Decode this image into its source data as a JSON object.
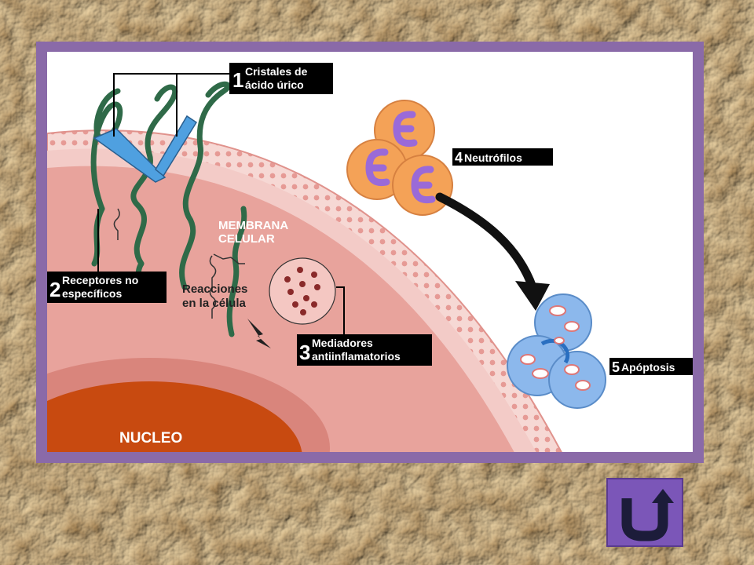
{
  "labels": {
    "step1_number": "1",
    "step1_line1": "Cristales de",
    "step1_line2": "ácido úrico",
    "step2_number": "2",
    "step2_line1": "Receptores no",
    "step2_line2": "específicos",
    "step3_number": "3",
    "step3_line1": "Mediadores",
    "step3_line2": "antiinflamatorios",
    "step4_number": "4",
    "step4_text": "Neutrófilos",
    "step5_number": "5",
    "step5_text": "Apóptosis",
    "membrane_line1": "MEMBRANA",
    "membrane_line2": "CELULAR",
    "reactions_line1": "Reacciones",
    "reactions_line2": "en la célula",
    "nucleus": "NUCLEO"
  },
  "colors": {
    "frame": "#8a6aa8",
    "cytoplasm": "#e8a39c",
    "nucleus": "#c84a10",
    "neutrophil": "#f4a257",
    "neutrophil_nucleus": "#9a6ad8",
    "apoptotic_cell": "#8cb8ec",
    "receptor": "#2f6a48",
    "crystal": "#4fa0e0",
    "label_bg": "#000000",
    "button": "#7b56b8"
  },
  "navigation": {
    "back_button_icon": "u-turn-arrow-icon"
  }
}
